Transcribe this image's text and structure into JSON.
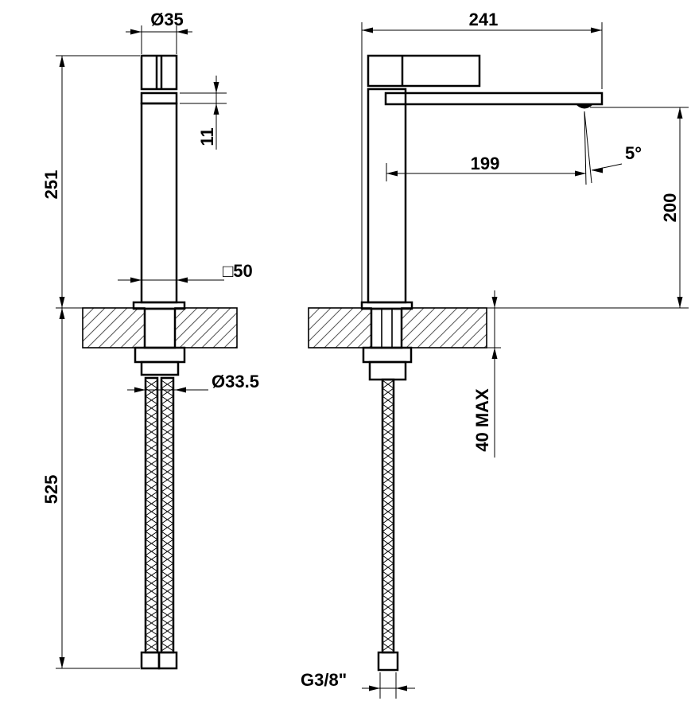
{
  "drawing": {
    "front_view": {
      "diameter_top": "Ø35",
      "height_total": "251",
      "cap_gap": "11",
      "body_square": "□50",
      "shank_diameter": "Ø33.5",
      "hose_length": "525"
    },
    "side_view": {
      "overall_length": "241",
      "spout_reach": "199",
      "spout_angle": "5°",
      "spout_height": "200",
      "max_deck_thickness": "40 MAX",
      "connection_thread": "G3/8\""
    }
  }
}
